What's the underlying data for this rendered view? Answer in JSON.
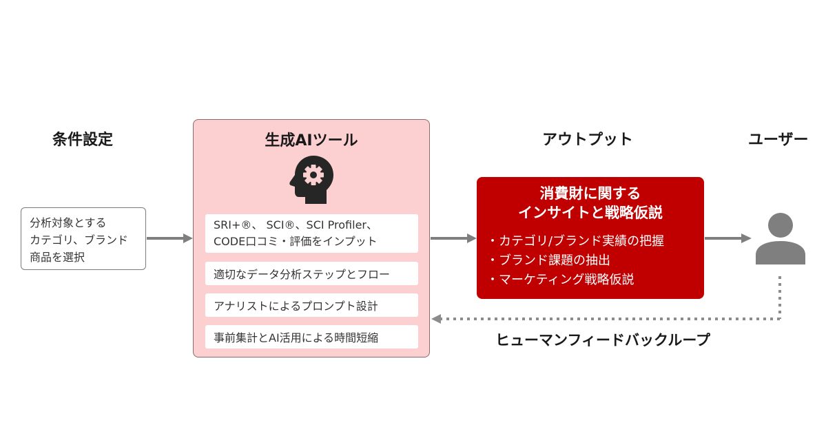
{
  "columns": {
    "condition": {
      "heading": "条件設定"
    },
    "ai_tool": {
      "heading": "生成AIツール"
    },
    "output": {
      "heading": "アウトプット"
    },
    "user": {
      "heading": "ユーザー"
    }
  },
  "condition_box": {
    "lines": [
      "分析対象とする",
      "カテゴリ、ブランド",
      "商品を選択"
    ]
  },
  "ai_tool": {
    "icon": "head-gear-icon",
    "items": [
      {
        "lines": [
          "SRI+®、 SCI®、SCI Profiler、",
          "CODE口コミ・評価をインプット"
        ]
      },
      {
        "lines": [
          "適切なデータ分析ステップとフロー"
        ]
      },
      {
        "lines": [
          "アナリストによるプロンプト設計"
        ]
      },
      {
        "lines": [
          "事前集計とAI活用による時間短縮"
        ]
      }
    ]
  },
  "output_box": {
    "title_lines": [
      "消費財に関する",
      "インサイトと戦略仮説"
    ],
    "bullets": [
      "・カテゴリ/ブランド実績の把握",
      "・ブランド課題の抽出",
      "・マーケティング戦略仮説"
    ]
  },
  "user": {
    "icon": "person-icon"
  },
  "feedback_loop": {
    "label": "ヒューマンフィードバックループ"
  },
  "colors": {
    "ai_panel_bg": "#fccfd0",
    "output_bg": "#c00000",
    "arrow": "#7f7f7f",
    "text": "#1a1a1a"
  }
}
